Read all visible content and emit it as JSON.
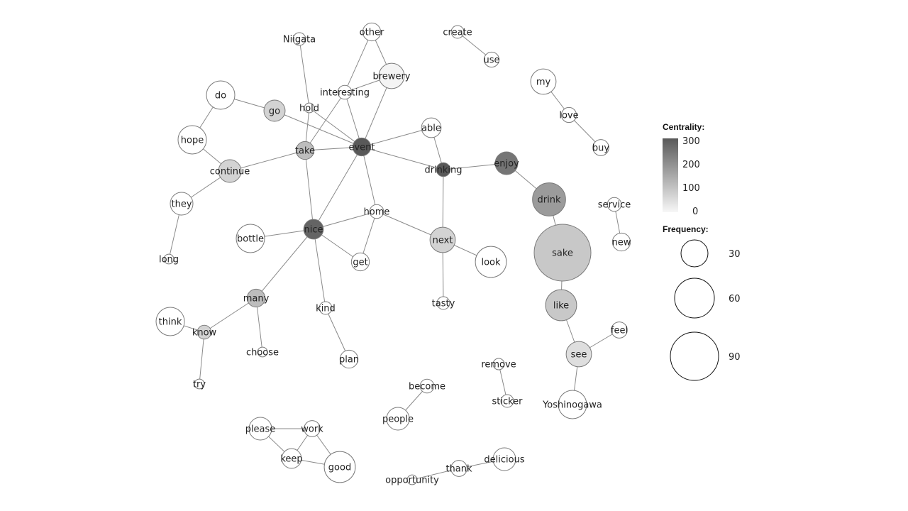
{
  "chart_data": {
    "type": "network",
    "nodes": [
      {
        "id": "Niigata",
        "label": "Niigata",
        "frequency": 5,
        "centrality": 0
      },
      {
        "id": "other",
        "label": "other",
        "frequency": 10,
        "centrality": 0
      },
      {
        "id": "create",
        "label": "create",
        "frequency": 5,
        "centrality": 0
      },
      {
        "id": "use",
        "label": "use",
        "frequency": 7,
        "centrality": 0
      },
      {
        "id": "brewery",
        "label": "brewery",
        "frequency": 20,
        "centrality": 20
      },
      {
        "id": "interesting",
        "label": "interesting",
        "frequency": 6,
        "centrality": 0
      },
      {
        "id": "my",
        "label": "my",
        "frequency": 20,
        "centrality": 0
      },
      {
        "id": "do",
        "label": "do",
        "frequency": 25,
        "centrality": 0
      },
      {
        "id": "go",
        "label": "go",
        "frequency": 14,
        "centrality": 80
      },
      {
        "id": "hold",
        "label": "hold",
        "frequency": 3,
        "centrality": 0
      },
      {
        "id": "love",
        "label": "love",
        "frequency": 7,
        "centrality": 0
      },
      {
        "id": "hope",
        "label": "hope",
        "frequency": 25,
        "centrality": 0
      },
      {
        "id": "able",
        "label": "able",
        "frequency": 12,
        "centrality": 0
      },
      {
        "id": "buy",
        "label": "buy",
        "frequency": 8,
        "centrality": 0
      },
      {
        "id": "event",
        "label": "event",
        "frequency": 10,
        "centrality": 300
      },
      {
        "id": "take",
        "label": "take",
        "frequency": 10,
        "centrality": 120
      },
      {
        "id": "enjoy",
        "label": "enjoy",
        "frequency": 16,
        "centrality": 250
      },
      {
        "id": "drinking",
        "label": "drinking",
        "frequency": 6,
        "centrality": 300
      },
      {
        "id": "continue",
        "label": "continue",
        "frequency": 16,
        "centrality": 80
      },
      {
        "id": "drink",
        "label": "drink",
        "frequency": 34,
        "centrality": 180
      },
      {
        "id": "they",
        "label": "they",
        "frequency": 16,
        "centrality": 0
      },
      {
        "id": "service",
        "label": "service",
        "frequency": 6,
        "centrality": 0
      },
      {
        "id": "home",
        "label": "home",
        "frequency": 6,
        "centrality": 0
      },
      {
        "id": "nice",
        "label": "nice",
        "frequency": 12,
        "centrality": 280
      },
      {
        "id": "bottle",
        "label": "bottle",
        "frequency": 25,
        "centrality": 0
      },
      {
        "id": "next",
        "label": "next",
        "frequency": 20,
        "centrality": 80
      },
      {
        "id": "sake",
        "label": "sake",
        "frequency": 100,
        "centrality": 100
      },
      {
        "id": "new",
        "label": "new",
        "frequency": 10,
        "centrality": 0
      },
      {
        "id": "long",
        "label": "long",
        "frequency": 3,
        "centrality": 0
      },
      {
        "id": "get",
        "label": "get",
        "frequency": 10,
        "centrality": 0
      },
      {
        "id": "look",
        "label": "look",
        "frequency": 30,
        "centrality": 0
      },
      {
        "id": "many",
        "label": "many",
        "frequency": 10,
        "centrality": 120
      },
      {
        "id": "like",
        "label": "like",
        "frequency": 30,
        "centrality": 100
      },
      {
        "id": "tasty",
        "label": "tasty",
        "frequency": 5,
        "centrality": 0
      },
      {
        "id": "kind",
        "label": "kind",
        "frequency": 5,
        "centrality": 0
      },
      {
        "id": "think",
        "label": "think",
        "frequency": 25,
        "centrality": 0
      },
      {
        "id": "know",
        "label": "know",
        "frequency": 6,
        "centrality": 80
      },
      {
        "id": "feel",
        "label": "feel",
        "frequency": 8,
        "centrality": 0
      },
      {
        "id": "choose",
        "label": "choose",
        "frequency": 3,
        "centrality": 0
      },
      {
        "id": "see",
        "label": "see",
        "frequency": 20,
        "centrality": 60
      },
      {
        "id": "plan",
        "label": "plan",
        "frequency": 10,
        "centrality": 0
      },
      {
        "id": "remove",
        "label": "remove",
        "frequency": 4,
        "centrality": 0
      },
      {
        "id": "try",
        "label": "try",
        "frequency": 3,
        "centrality": 0
      },
      {
        "id": "become",
        "label": "become",
        "frequency": 6,
        "centrality": 0
      },
      {
        "id": "sticker",
        "label": "sticker",
        "frequency": 5,
        "centrality": 0
      },
      {
        "id": "Yoshinogawa",
        "label": "Yoshinogawa",
        "frequency": 25,
        "centrality": 0
      },
      {
        "id": "people",
        "label": "people",
        "frequency": 16,
        "centrality": 0
      },
      {
        "id": "please",
        "label": "please",
        "frequency": 16,
        "centrality": 0
      },
      {
        "id": "work",
        "label": "work",
        "frequency": 8,
        "centrality": 0
      },
      {
        "id": "keep",
        "label": "keep",
        "frequency": 12,
        "centrality": 0
      },
      {
        "id": "good",
        "label": "good",
        "frequency": 30,
        "centrality": 0
      },
      {
        "id": "delicious",
        "label": "delicious",
        "frequency": 16,
        "centrality": 0
      },
      {
        "id": "thank",
        "label": "thank",
        "frequency": 8,
        "centrality": 0
      },
      {
        "id": "opportunity",
        "label": "opportunity",
        "frequency": 3,
        "centrality": 0
      }
    ],
    "edges": [
      [
        "Niigata",
        "hold"
      ],
      [
        "hold",
        "take"
      ],
      [
        "hold",
        "event"
      ],
      [
        "other",
        "interesting"
      ],
      [
        "other",
        "brewery"
      ],
      [
        "interesting",
        "brewery"
      ],
      [
        "interesting",
        "take"
      ],
      [
        "interesting",
        "event"
      ],
      [
        "brewery",
        "event"
      ],
      [
        "create",
        "use"
      ],
      [
        "my",
        "love"
      ],
      [
        "love",
        "buy"
      ],
      [
        "do",
        "go"
      ],
      [
        "do",
        "hope"
      ],
      [
        "go",
        "event"
      ],
      [
        "hope",
        "continue"
      ],
      [
        "continue",
        "take"
      ],
      [
        "continue",
        "they"
      ],
      [
        "they",
        "long"
      ],
      [
        "take",
        "event"
      ],
      [
        "take",
        "nice"
      ],
      [
        "event",
        "able"
      ],
      [
        "event",
        "drinking"
      ],
      [
        "event",
        "nice"
      ],
      [
        "event",
        "home"
      ],
      [
        "able",
        "drinking"
      ],
      [
        "drinking",
        "enjoy"
      ],
      [
        "drinking",
        "next"
      ],
      [
        "enjoy",
        "drink"
      ],
      [
        "drink",
        "sake"
      ],
      [
        "sake",
        "like"
      ],
      [
        "like",
        "see"
      ],
      [
        "see",
        "feel"
      ],
      [
        "see",
        "Yoshinogawa"
      ],
      [
        "service",
        "new"
      ],
      [
        "nice",
        "bottle"
      ],
      [
        "nice",
        "home"
      ],
      [
        "nice",
        "get"
      ],
      [
        "nice",
        "many"
      ],
      [
        "nice",
        "kind"
      ],
      [
        "home",
        "get"
      ],
      [
        "home",
        "next"
      ],
      [
        "next",
        "look"
      ],
      [
        "next",
        "tasty"
      ],
      [
        "many",
        "know"
      ],
      [
        "many",
        "choose"
      ],
      [
        "think",
        "know"
      ],
      [
        "know",
        "try"
      ],
      [
        "kind",
        "plan"
      ],
      [
        "remove",
        "sticker"
      ],
      [
        "become",
        "people"
      ],
      [
        "please",
        "work"
      ],
      [
        "please",
        "keep"
      ],
      [
        "work",
        "keep"
      ],
      [
        "work",
        "good"
      ],
      [
        "keep",
        "good"
      ],
      [
        "delicious",
        "thank"
      ],
      [
        "thank",
        "opportunity"
      ]
    ],
    "legend": {
      "centrality_title": "Centrality:",
      "centrality_ticks": [
        "300",
        "200",
        "100",
        "0"
      ],
      "centrality_range": [
        0,
        300
      ],
      "frequency_title": "Frequency:",
      "frequency_values": [
        30,
        60,
        90
      ]
    }
  }
}
